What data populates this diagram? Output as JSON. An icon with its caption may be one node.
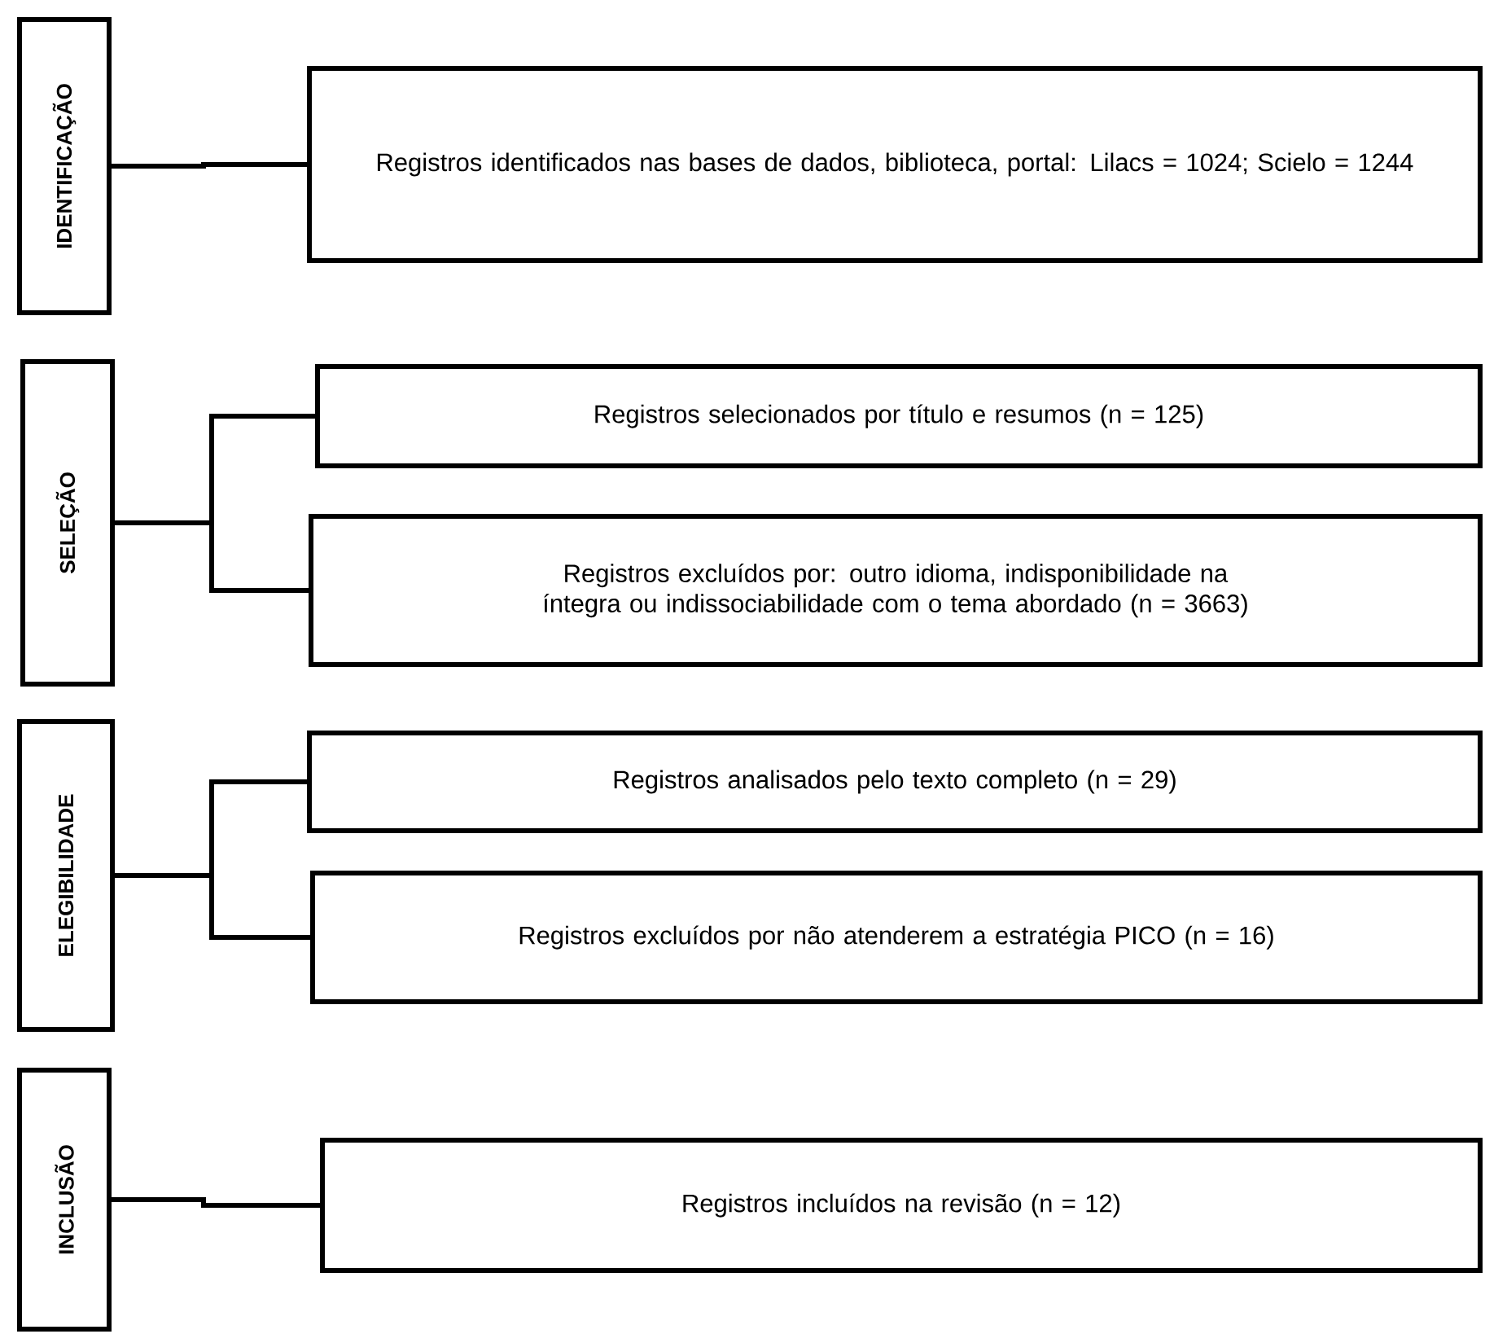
{
  "diagram": {
    "nodes": [
      {
        "text": [
          "IDENTIFICAÇÃO"
        ]
      },
      {
        "text": [
          "Registros identificados nas bases de dados, biblioteca, portal: Lilacs = 1024; Scielo = 1244"
        ]
      },
      {
        "text": [
          "SELEÇÃO"
        ]
      },
      {
        "text": [
          "Registros selecionados por título e resumos (n = 125)"
        ]
      },
      {
        "text": [
          "Registros excluídos por: outro idioma, indisponibilidade na íntegra ou indissociabilidade com o tema abordado (n = 3663)"
        ]
      },
      {
        "text": [
          "ELEGIBILIDADE"
        ]
      },
      {
        "text": [
          "Registros analisados pelo texto completo (n = 29)"
        ]
      },
      {
        "text": [
          "Registros excluídos por não atenderem a estratégia PICO (n = 16)"
        ]
      },
      {
        "text": [
          "INCLUSÃO"
        ]
      },
      {
        "text": [
          "Registros incluídos na revisão (n = 12)"
        ]
      }
    ],
    "edges": [
      {
        "from": 0,
        "to": 1,
        "arrow": "none"
      },
      {
        "from": 2,
        "to": 3,
        "arrow": "none"
      },
      {
        "from": 2,
        "to": 4,
        "arrow": "none"
      },
      {
        "from": 5,
        "to": 6,
        "arrow": "none"
      },
      {
        "from": 5,
        "to": 7,
        "arrow": "none"
      },
      {
        "from": 8,
        "to": 9,
        "arrow": "none"
      }
    ]
  }
}
